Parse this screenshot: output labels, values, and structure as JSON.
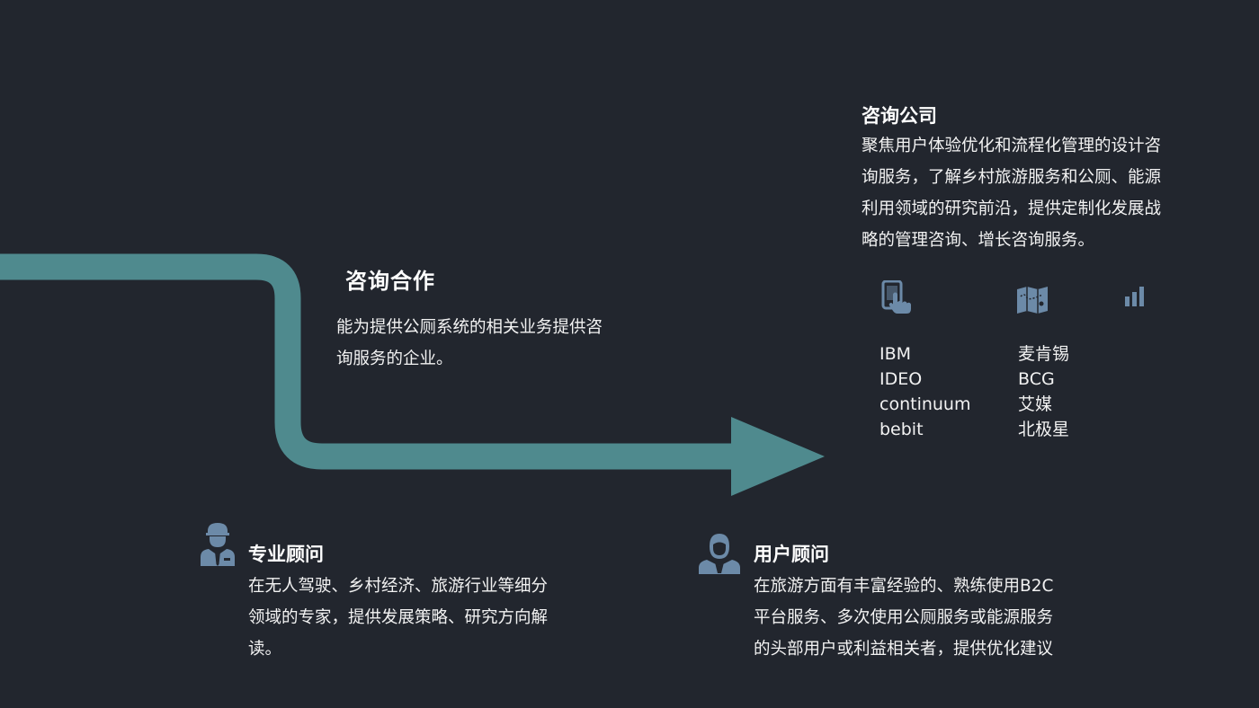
{
  "colors": {
    "background": "#22262e",
    "arrow": "#4f8a8e",
    "icon": "#6c8aa8",
    "text": "#ffffff"
  },
  "cooperation": {
    "title": "咨询合作",
    "lines": [
      "能为提供公厕系统的相关业务提供咨",
      "询服务的企业。"
    ]
  },
  "company": {
    "title": "咨询公司",
    "lines": [
      "聚焦用户体验优化和流程化管理的设计咨",
      "询服务，了解乡村旅游服务和公厕、能源",
      "利用领域的研究前沿，提供定制化发展战",
      "略的管理咨询、增长咨询服务。"
    ],
    "icons": [
      "touch-phone-icon",
      "map-icon",
      "bar-chart-icon"
    ],
    "names_left": [
      "IBM",
      "IDEO",
      "continuum",
      "bebit"
    ],
    "names_right": [
      "麦肯锡",
      "BCG",
      "艾媒",
      "北极星"
    ]
  },
  "expert": {
    "title": "专业顾问",
    "icon": "expert-person-icon",
    "lines": [
      "在无人驾驶、乡村经济、旅游行业等细分",
      "领域的专家，提供发展策略、研究方向解",
      "读。"
    ]
  },
  "user": {
    "title": "用户顾问",
    "icon": "user-person-icon",
    "lines": [
      "在旅游方面有丰富经验的、熟练使用B2C",
      "平台服务、多次使用公厕服务或能源服务",
      "的头部用户或利益相关者，提供优化建议"
    ]
  }
}
